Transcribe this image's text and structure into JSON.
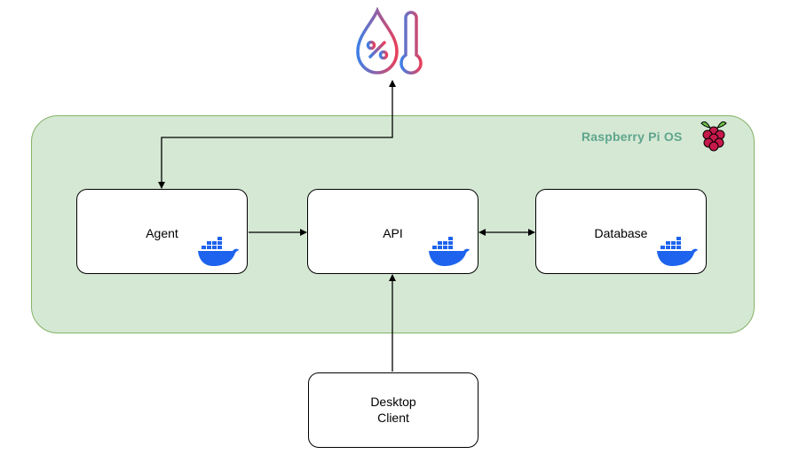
{
  "diagram": {
    "container_label": "Raspberry Pi OS",
    "nodes": {
      "agent": "Agent",
      "api": "API",
      "database": "Database",
      "desktop_client_line1": "Desktop",
      "desktop_client_line2": "Client"
    },
    "colors": {
      "container_fill": "#d5e8d4",
      "container_border": "#82b366",
      "container_label": "#5fa58d",
      "docker_blue": "#1d63ed",
      "sensor_gradient_start": "#3f7fe8",
      "sensor_gradient_end": "#e83f5b",
      "raspberry_red": "#c51a4a",
      "raspberry_leaf": "#6cc04a"
    },
    "icons": [
      "humidity-icon",
      "thermometer-icon",
      "raspberry-pi-icon",
      "docker-icon"
    ]
  }
}
